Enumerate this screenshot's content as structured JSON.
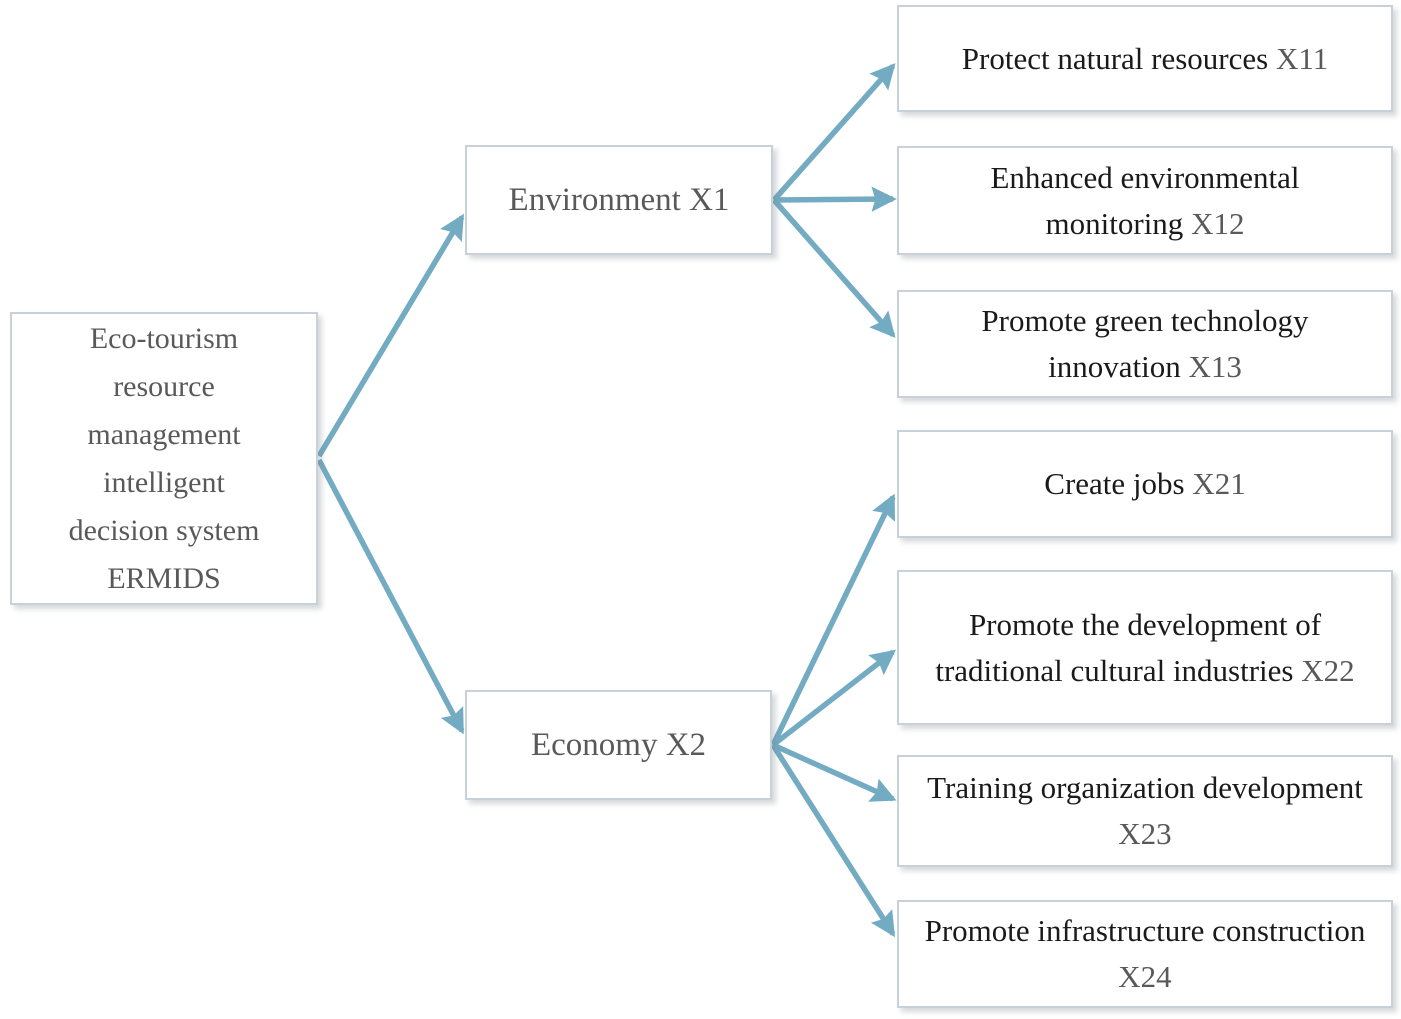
{
  "colors": {
    "arrow_color": "#73abc3",
    "box_border": "#c7d1d7",
    "text_dark": "#1a1a1a",
    "text_gray": "#595959"
  },
  "diagram": {
    "root": {
      "label": "Eco-tourism resource management intelligent decision system ERMIDS",
      "label_lines": [
        "Eco-tourism",
        "resource",
        "management",
        "intelligent",
        "decision system",
        "ERMIDS"
      ]
    },
    "branches": [
      {
        "label": "Environment X1",
        "children": [
          {
            "text": "Protect natural resources",
            "code": "X11"
          },
          {
            "text": "Enhanced environmental monitoring",
            "code": "X12"
          },
          {
            "text": "Promote green technology innovation",
            "code": "X13"
          }
        ]
      },
      {
        "label": "Economy X2",
        "children": [
          {
            "text": "Create jobs",
            "code": "X21"
          },
          {
            "text": "Promote the development of traditional cultural industries",
            "code": "X22"
          },
          {
            "text": "Training organization development",
            "code": "X23"
          },
          {
            "text": "Promote infrastructure construction",
            "code": "X24"
          }
        ]
      }
    ]
  }
}
